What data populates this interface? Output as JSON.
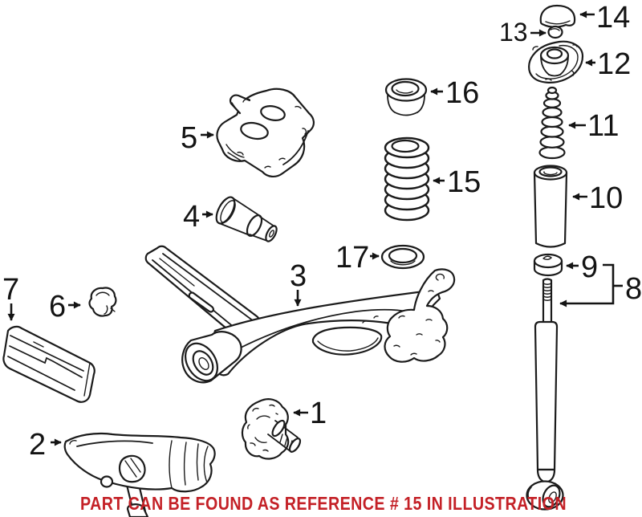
{
  "note": {
    "text": "PART CAN BE FOUND AS REFERENCE # 15 IN ILLUSTRATION",
    "color": "#C42127"
  },
  "colors": {
    "line": "#1b1b1b",
    "background": "#ffffff"
  },
  "diagram": {
    "callouts": [
      {
        "ref": "1"
      },
      {
        "ref": "2"
      },
      {
        "ref": "3"
      },
      {
        "ref": "4"
      },
      {
        "ref": "5"
      },
      {
        "ref": "6"
      },
      {
        "ref": "7"
      },
      {
        "ref": "8"
      },
      {
        "ref": "9"
      },
      {
        "ref": "10"
      },
      {
        "ref": "11"
      },
      {
        "ref": "12"
      },
      {
        "ref": "13"
      },
      {
        "ref": "14"
      },
      {
        "ref": "15"
      },
      {
        "ref": "16"
      },
      {
        "ref": "17"
      }
    ]
  }
}
